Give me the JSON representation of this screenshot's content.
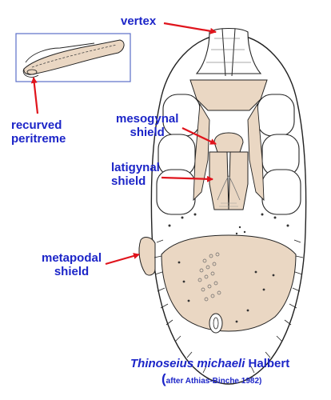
{
  "labels": {
    "vertex": "vertex",
    "recurved_peritreme": [
      "recurved",
      "peritreme"
    ],
    "mesogynal_shield": [
      "mesogynal",
      "shield"
    ],
    "latigynal_shield": [
      "latigynal",
      "shield"
    ],
    "metapodal_shield": [
      "metapodal",
      "shield"
    ]
  },
  "caption": {
    "species": "Thinoseius michaeli",
    "author": "Halbert",
    "paren_open": "(",
    "source": "after Athias-Binche 1982)"
  },
  "colors": {
    "label_text": "#1c25c8",
    "arrow": "#e0141c",
    "shield_fill": "#ead7c3",
    "outline": "#222222",
    "inset_border": "#5b6fc9"
  }
}
